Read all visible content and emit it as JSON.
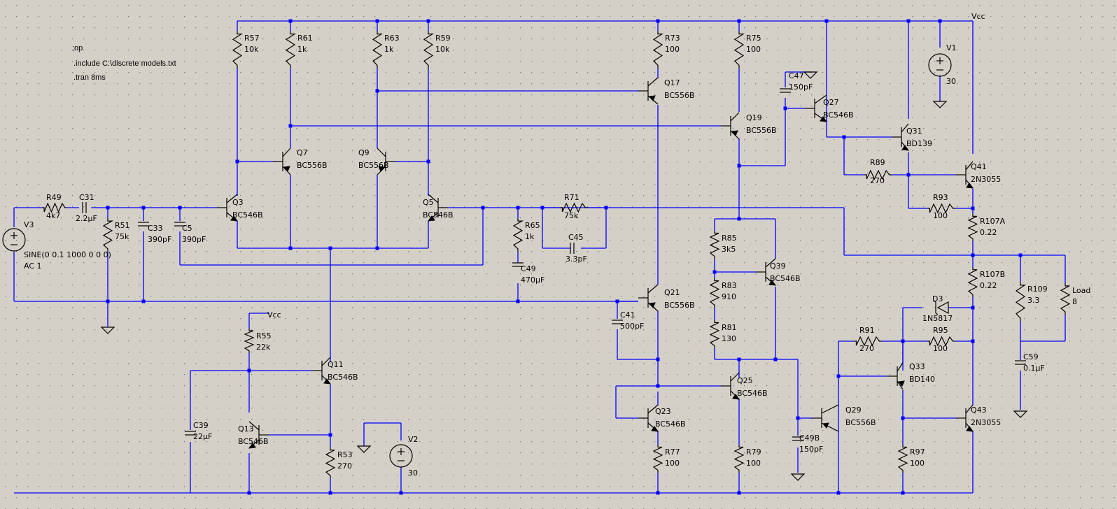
{
  "directives": [
    ";op",
    ".include C:\\discrete models.txt",
    ".tran 8ms"
  ],
  "net_vcc": "Vcc",
  "colors": {
    "wire": "#0000ff",
    "component": "#000000",
    "background": "#d4d0c8",
    "grid_dots": "#808080"
  },
  "resistors": [
    {
      "ref": "R57",
      "value": "10k"
    },
    {
      "ref": "R61",
      "value": "1k"
    },
    {
      "ref": "R63",
      "value": "1k"
    },
    {
      "ref": "R59",
      "value": "10k"
    },
    {
      "ref": "R73",
      "value": "100"
    },
    {
      "ref": "R75",
      "value": "100"
    },
    {
      "ref": "R49",
      "value": "4k7"
    },
    {
      "ref": "R51",
      "value": "75k"
    },
    {
      "ref": "R65",
      "value": "1k"
    },
    {
      "ref": "R71",
      "value": "75k"
    },
    {
      "ref": "R85",
      "value": "3k5"
    },
    {
      "ref": "R83",
      "value": "910"
    },
    {
      "ref": "R81",
      "value": "130"
    },
    {
      "ref": "R89",
      "value": "270"
    },
    {
      "ref": "R93",
      "value": "100"
    },
    {
      "ref": "R107A",
      "value": "0.22"
    },
    {
      "ref": "R107B",
      "value": "0.22"
    },
    {
      "ref": "R109",
      "value": "3.3"
    },
    {
      "ref": "Load",
      "value": "8"
    },
    {
      "ref": "R91",
      "value": "270"
    },
    {
      "ref": "R95",
      "value": "100"
    },
    {
      "ref": "R97",
      "value": "100"
    },
    {
      "ref": "R55",
      "value": "22k"
    },
    {
      "ref": "R53",
      "value": "270"
    },
    {
      "ref": "R77",
      "value": "100"
    },
    {
      "ref": "R79",
      "value": "100"
    }
  ],
  "capacitors": [
    {
      "ref": "C31",
      "value": "2.2µF"
    },
    {
      "ref": "C33",
      "value": "390pF"
    },
    {
      "ref": "C5",
      "value": "390pF"
    },
    {
      "ref": "C49",
      "value": "470µF"
    },
    {
      "ref": "C45",
      "value": "3.3pF"
    },
    {
      "ref": "C47",
      "value": "150pF"
    },
    {
      "ref": "C41",
      "value": "500pF"
    },
    {
      "ref": "C49B",
      "value": "150pF"
    },
    {
      "ref": "C59",
      "value": "0.1µF"
    },
    {
      "ref": "C39",
      "value": "22µF"
    }
  ],
  "transistors": [
    {
      "ref": "Q3",
      "model": "BC546B"
    },
    {
      "ref": "Q5",
      "model": "BC546B"
    },
    {
      "ref": "Q7",
      "model": "BC556B"
    },
    {
      "ref": "Q9",
      "model": "BC556B"
    },
    {
      "ref": "Q17",
      "model": "BC556B"
    },
    {
      "ref": "Q19",
      "model": "BC556B"
    },
    {
      "ref": "Q21",
      "model": "BC556B"
    },
    {
      "ref": "Q27",
      "model": "BC546B"
    },
    {
      "ref": "Q31",
      "model": "BD139"
    },
    {
      "ref": "Q41",
      "model": "2N3055"
    },
    {
      "ref": "Q39",
      "model": "BC546B"
    },
    {
      "ref": "Q23",
      "model": "BC546B"
    },
    {
      "ref": "Q25",
      "model": "BC546B"
    },
    {
      "ref": "Q29",
      "model": "BC556B"
    },
    {
      "ref": "Q33",
      "model": "BD140"
    },
    {
      "ref": "Q43",
      "model": "2N3055"
    },
    {
      "ref": "Q11",
      "model": "BC546B"
    },
    {
      "ref": "Q13",
      "model": "BC546B"
    }
  ],
  "sources": [
    {
      "ref": "V1",
      "value": "30"
    },
    {
      "ref": "V2",
      "value": "30"
    },
    {
      "ref": "V3",
      "value": "SINE(0 0.1 1000 0 0 0)",
      "ac": "AC 1"
    }
  ],
  "diodes": [
    {
      "ref": "D3",
      "model": "1N5817"
    }
  ]
}
